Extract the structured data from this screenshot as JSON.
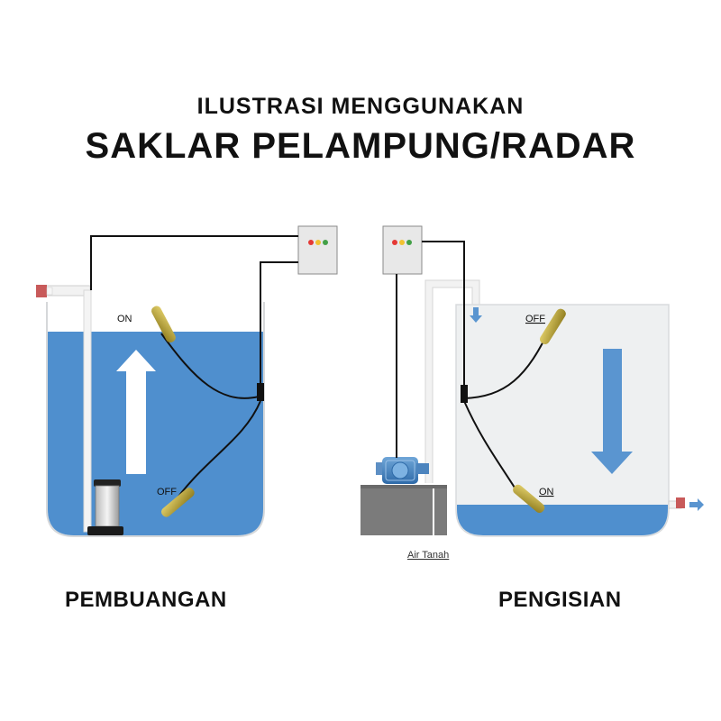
{
  "title": {
    "subtitle": "ILUSTRASI MENGGUNAKAN",
    "main": "SAKLAR PELAMPUNG/RADAR"
  },
  "left_panel": {
    "caption": "PEMBUANGAN",
    "float_top_label": "ON",
    "float_bottom_label": "OFF"
  },
  "right_panel": {
    "caption": "PENGISIAN",
    "float_top_label": "OFF",
    "float_bottom_label": "ON",
    "source_label": "Air Tanah"
  },
  "colors": {
    "water": "#4f8fce",
    "tank_empty": "#eef0f1",
    "arrow_down": "#5a95d0",
    "control_box": "#e8e8e8",
    "led_red": "#e53935",
    "led_yellow": "#f2c230",
    "led_green": "#43a047",
    "float_body": "#c9b13a",
    "cable": "#111111"
  }
}
